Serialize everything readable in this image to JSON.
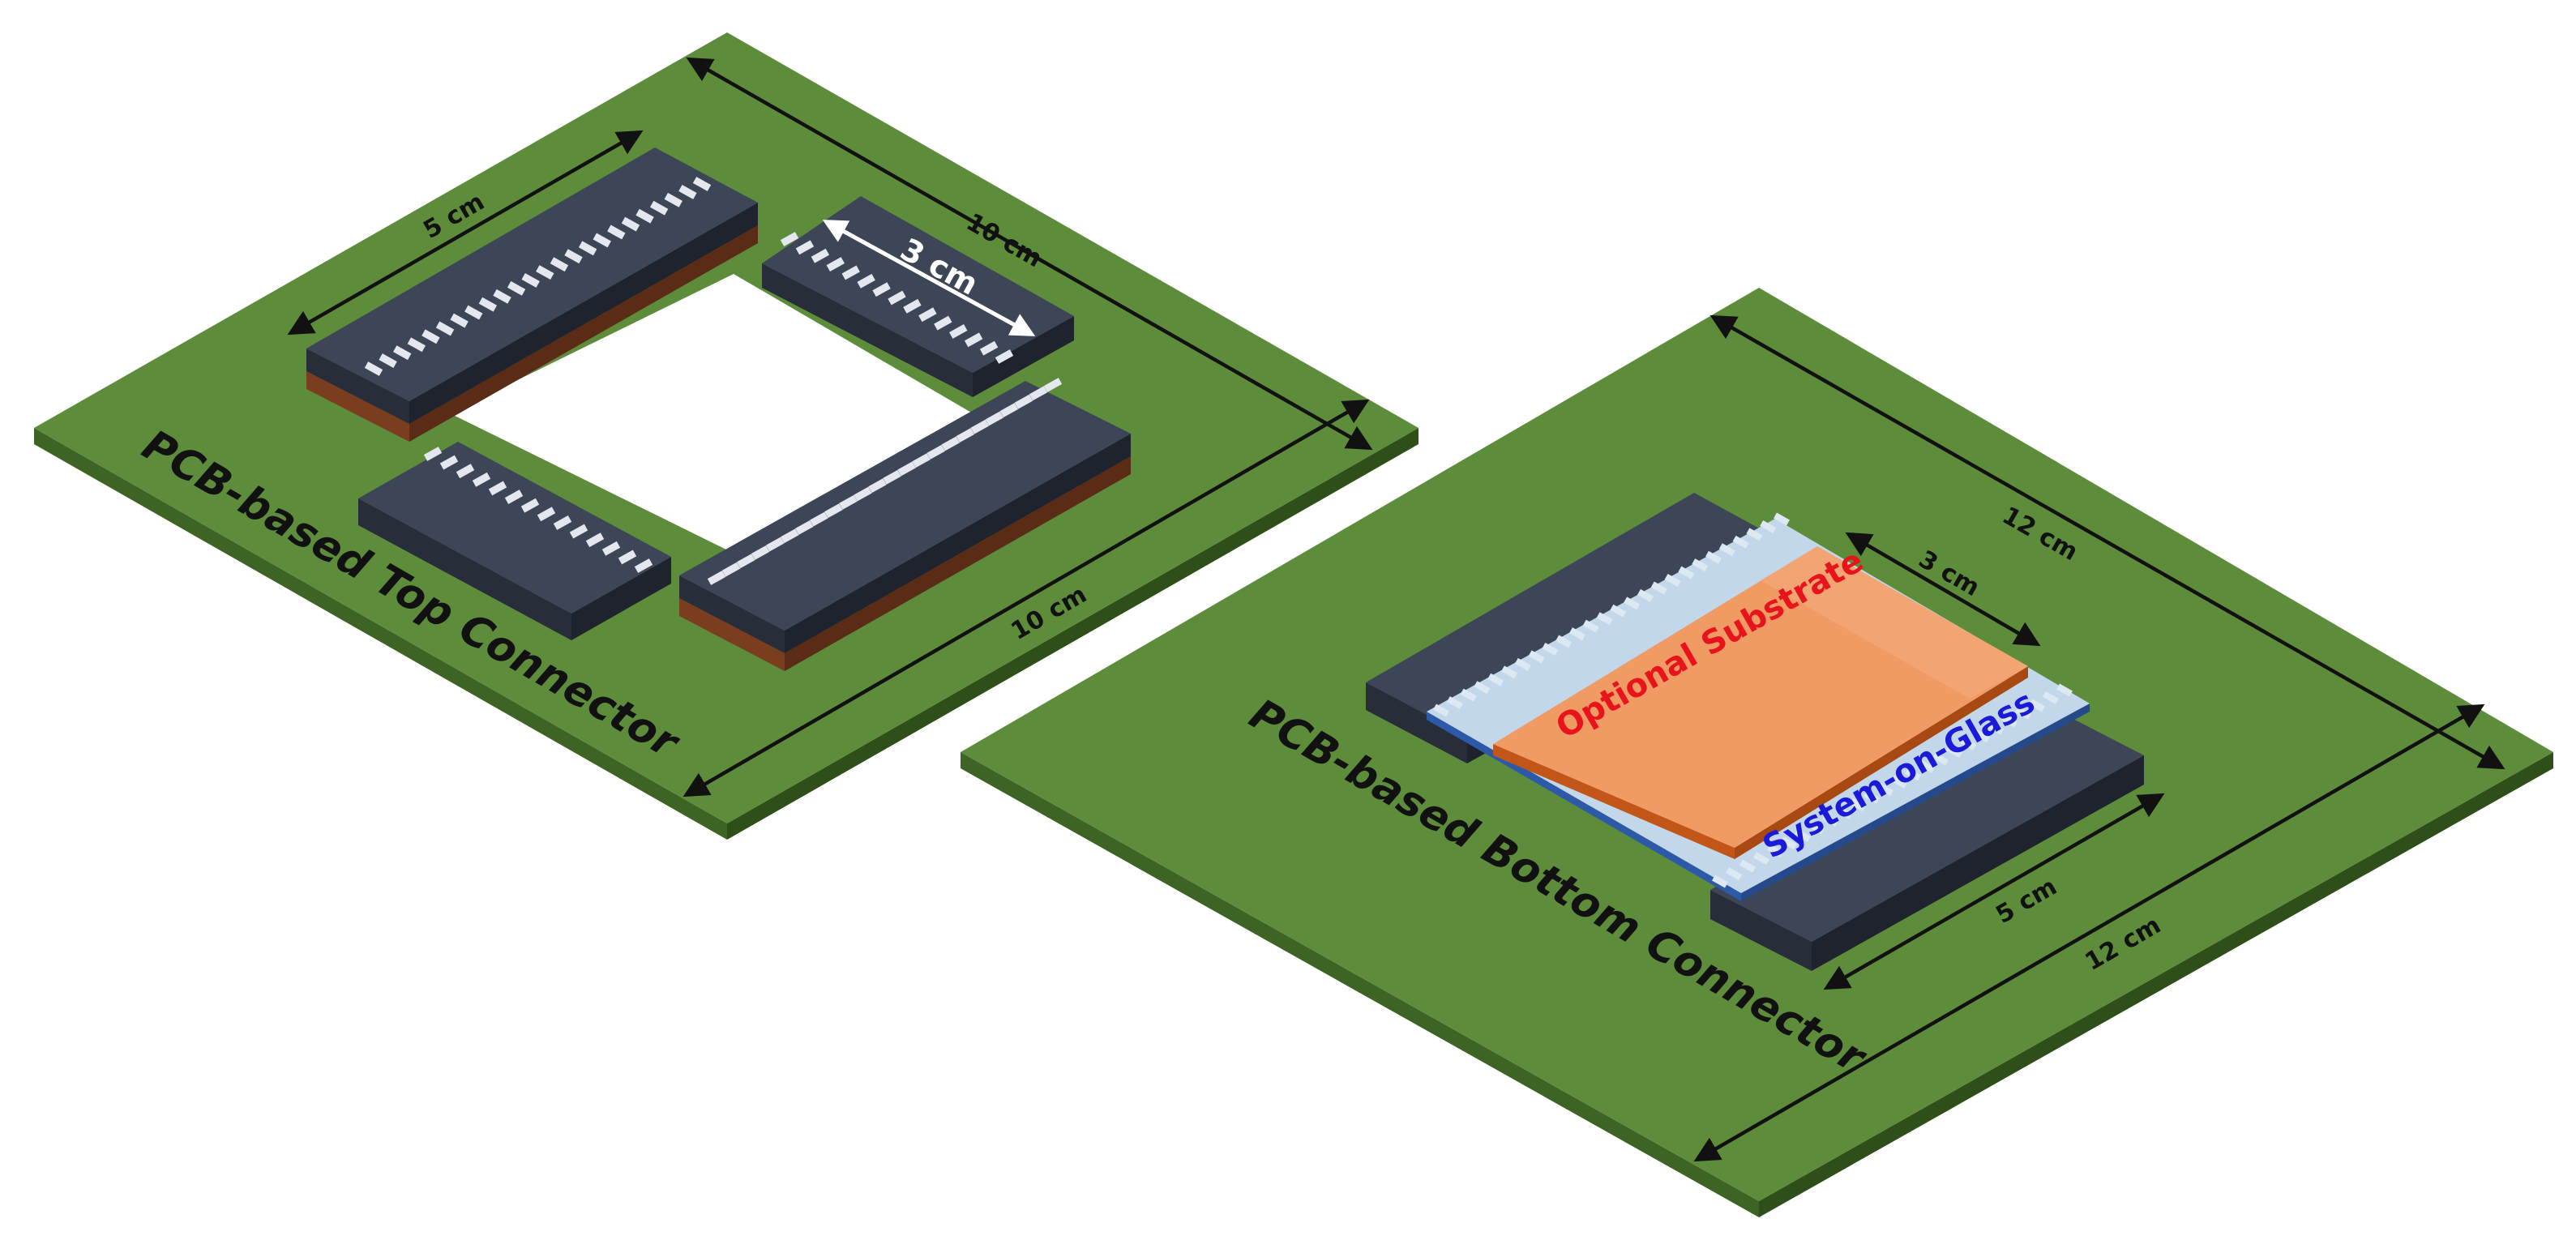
{
  "colors": {
    "pcb_top": "#5d8c3a",
    "pcb_left_side": "#3d6424",
    "pcb_right_side": "#2e4f1a",
    "connector_top": "#3d4657",
    "connector_left": "#272d39",
    "connector_right": "#1e232d",
    "copper": "#7a3d1e",
    "pin": "#e4e8ee",
    "glass_top": "#c2d8ea",
    "glass_edge": "#2d5aa8",
    "substrate_top": "#f09a64",
    "substrate_edge": "#c25618",
    "arrow": "#111111",
    "arrow_white": "#ffffff"
  },
  "top_connector": {
    "title": "PCB-based Top Connector",
    "dim_side_a": "10 cm",
    "dim_side_b": "10 cm",
    "dim_long_connector": "5 cm",
    "dim_short_connector": "3 cm"
  },
  "bottom_connector": {
    "title": "PCB-based Bottom Connector",
    "dim_side_a": "12 cm",
    "dim_side_b": "12 cm",
    "dim_connector": "5 cm",
    "dim_substrate": "3 cm",
    "label_substrate": "Optional Substrate",
    "label_glass": "System-on-Glass"
  }
}
